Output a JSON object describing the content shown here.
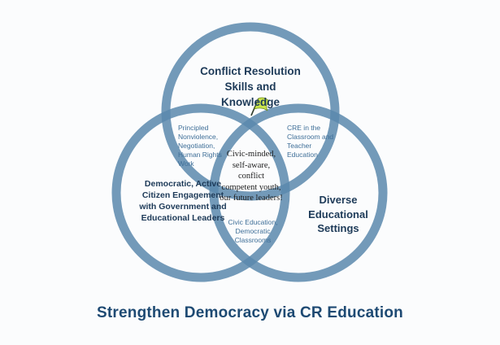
{
  "circles": {
    "top": {
      "title": "Conflict Resolution Skills and Knowledge"
    },
    "left": {
      "title": "Democratic, Active Citizen Engagement with Government and Educational Leaders"
    },
    "right": {
      "title": "Diverse Educational Settings"
    }
  },
  "overlaps": {
    "top_left": "Principled Nonviolence, Negotiation, Human Rights Work",
    "top_right": "CRE in the Classroom and Teacher Education",
    "left_right": "Civic Education, Democratic Classrooms",
    "center": "Civic-minded, self-aware, conflict competent youth, our future leaders!"
  },
  "footer": {
    "caption": "Strengthen Democracy via CR Education"
  },
  "colors": {
    "ring": "#5b88ad",
    "flag": "#c8e34a",
    "title": "#1d3a58",
    "caption": "#1e4a73"
  },
  "icons": {
    "center_marker": "flag-icon"
  }
}
